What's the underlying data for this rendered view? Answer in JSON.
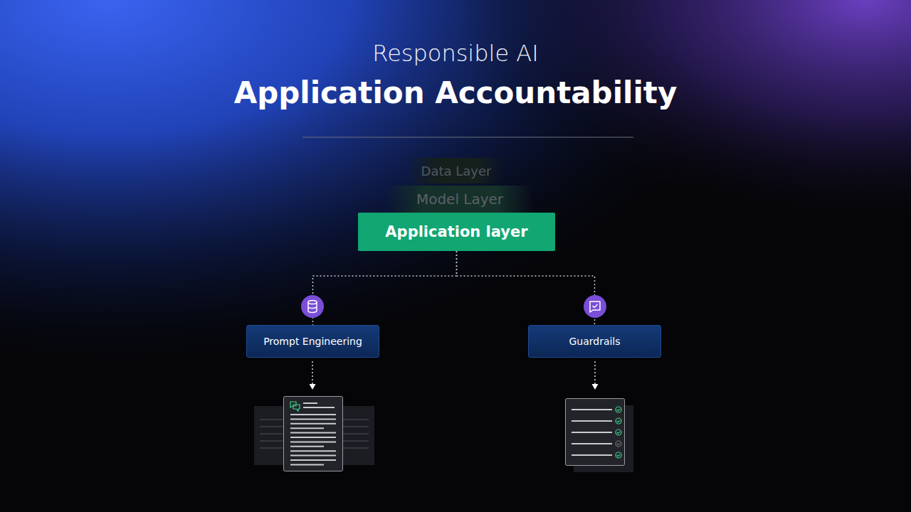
{
  "diagram": {
    "title": "Application Accountability",
    "nodes": [
      {
        "text": [
          "Data Layer"
        ]
      },
      {
        "text": [
          "Model Layer"
        ]
      },
      {
        "text": [
          "Application layer"
        ]
      },
      {
        "text": [
          "Prompt Engineering"
        ]
      },
      {
        "text": [
          "Guardrails"
        ]
      }
    ],
    "edges": [
      {
        "from": 2,
        "to": 3,
        "arrow": "none"
      },
      {
        "from": 2,
        "to": 4,
        "arrow": "none"
      }
    ],
    "labels": [
      "Responsible AI"
    ]
  }
}
